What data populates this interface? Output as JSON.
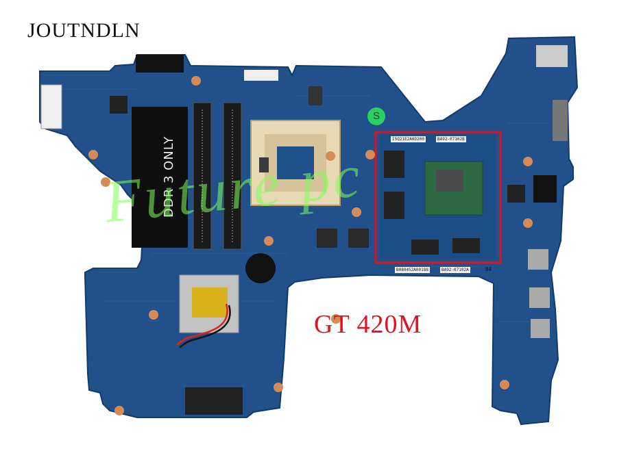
{
  "brand": "JOUTNDLN",
  "watermark": "Future pc",
  "gpu_label": "GT  420M",
  "memory_slot_label": "DDR 3 ONLY",
  "s_badge": "S",
  "sticker_top": "BA92-07102B",
  "sticker_top_code": "I5Q21E2A0D200",
  "sticker_bottom": "BA92-07102A",
  "sticker_bottom_code": "B080452A00188",
  "sticker_bottom_num": "84",
  "colors": {
    "board": "#1f4e86",
    "highlight_box": "#e0141e",
    "label": "#e0141e",
    "socket": "#e8d9b5"
  }
}
